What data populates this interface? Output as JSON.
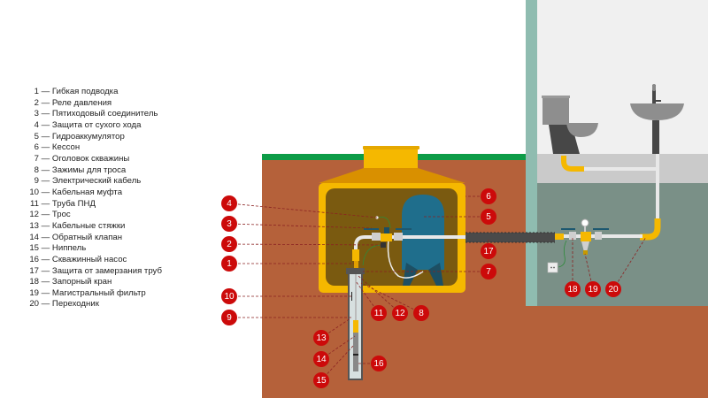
{
  "legend": [
    {
      "num": "1",
      "label": "— Гибкая подводка"
    },
    {
      "num": "2",
      "label": "— Реле давления"
    },
    {
      "num": "3",
      "label": "— Пятиходовый соединитель"
    },
    {
      "num": "4",
      "label": "— Защита от сухого хода"
    },
    {
      "num": "5",
      "label": "— Гидроаккумулятор"
    },
    {
      "num": "6",
      "label": "— Кессон"
    },
    {
      "num": "7",
      "label": "— Оголовок скважины"
    },
    {
      "num": "8",
      "label": "— Зажимы для троса"
    },
    {
      "num": "9",
      "label": "— Электрический кабель"
    },
    {
      "num": "10",
      "label": "— Кабельная муфта"
    },
    {
      "num": "11",
      "label": "— Труба ПНД"
    },
    {
      "num": "12",
      "label": "— Трос"
    },
    {
      "num": "13",
      "label": "— Кабельные стяжки"
    },
    {
      "num": "14",
      "label": "— Обратный клапан"
    },
    {
      "num": "15",
      "label": "— Ниппель"
    },
    {
      "num": "16",
      "label": "— Скважинный насос"
    },
    {
      "num": "17",
      "label": "— Защита от замерзания труб"
    },
    {
      "num": "18",
      "label": "— Запорный кран"
    },
    {
      "num": "19",
      "label": "— Магистральный фильтр"
    },
    {
      "num": "20",
      "label": "— Переходник"
    }
  ],
  "callouts": [
    "1",
    "2",
    "3",
    "4",
    "5",
    "6",
    "7",
    "8",
    "9",
    "10",
    "11",
    "12",
    "13",
    "14",
    "15",
    "16",
    "17",
    "18",
    "19",
    "20"
  ],
  "colors": {
    "callout": "#cc0a0a",
    "soil": "#b5613a",
    "grass": "#0d9c47",
    "caisson": "#f5b800",
    "tank": "#1f6e8c",
    "wall": "#8fbcb0",
    "basement": "#7a9087"
  }
}
